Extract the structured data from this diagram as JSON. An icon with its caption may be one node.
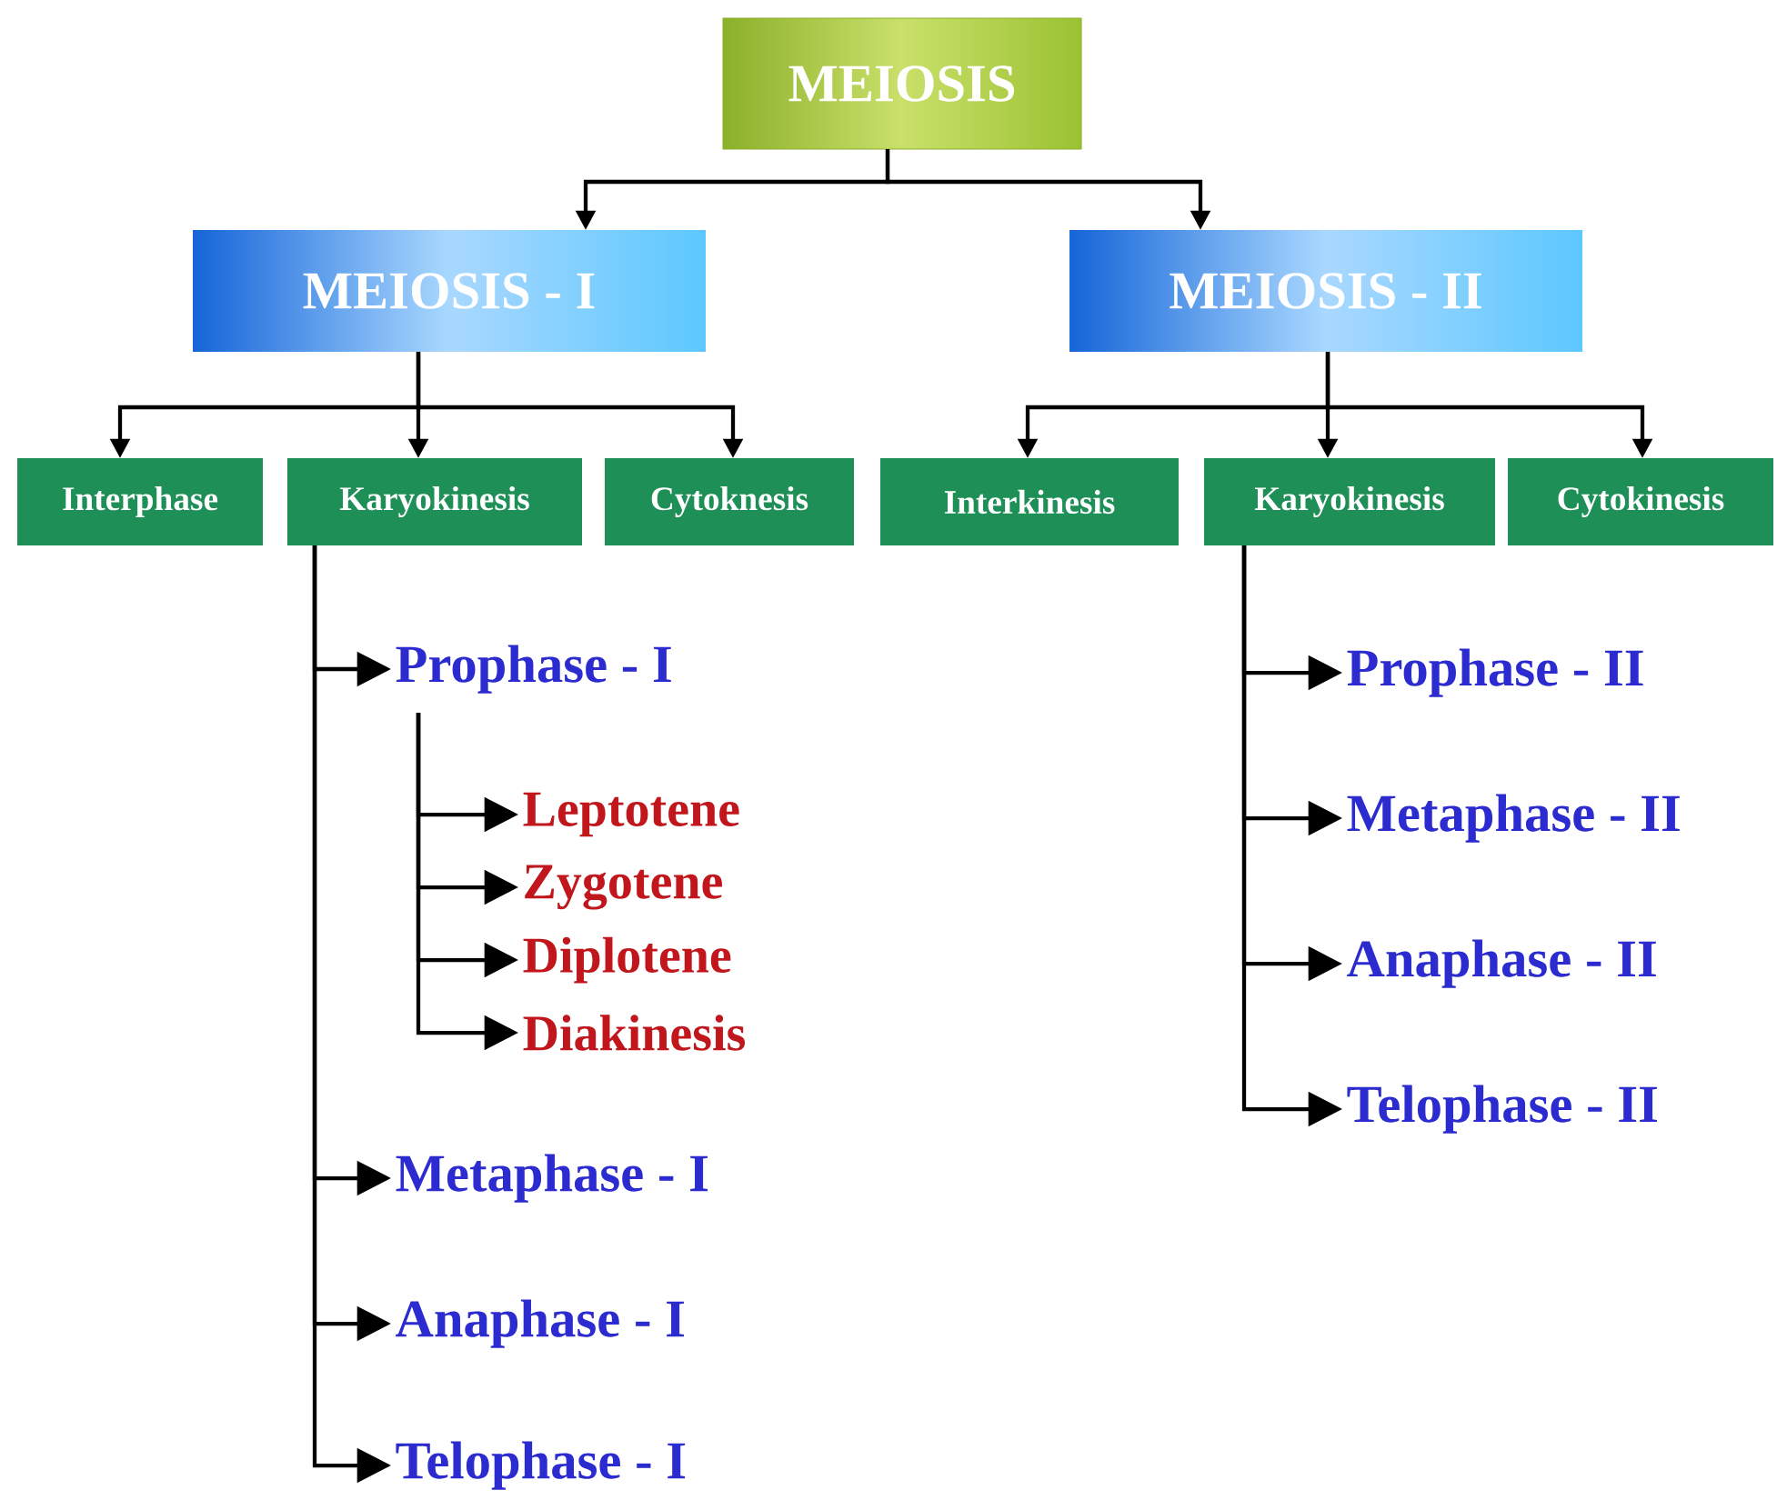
{
  "diagram": {
    "nodes": [
      {
        "text": [
          "MEIOSIS"
        ]
      },
      {
        "text": [
          "MEIOSIS - I"
        ]
      },
      {
        "text": [
          "MEIOSIS - II"
        ]
      },
      {
        "text": [
          "Interphase"
        ]
      },
      {
        "text": [
          "Karyokinesis"
        ]
      },
      {
        "text": [
          "Cytoknesis"
        ]
      },
      {
        "text": [
          "Interkinesis"
        ]
      },
      {
        "text": [
          "Karyokinesis"
        ]
      },
      {
        "text": [
          "Cytokinesis"
        ]
      },
      {
        "text": [
          "Prophase - I"
        ]
      },
      {
        "text": [
          "Leptotene"
        ]
      },
      {
        "text": [
          "Zygotene"
        ]
      },
      {
        "text": [
          "Diplotene"
        ]
      },
      {
        "text": [
          "Diakinesis"
        ]
      },
      {
        "text": [
          "Metaphase - I"
        ]
      },
      {
        "text": [
          "Anaphase - I"
        ]
      },
      {
        "text": [
          "Telophase - I"
        ]
      },
      {
        "text": [
          "Prophase - II"
        ]
      },
      {
        "text": [
          "Metaphase - II"
        ]
      },
      {
        "text": [
          "Anaphase - II"
        ]
      },
      {
        "text": [
          "Telophase - II"
        ]
      }
    ],
    "edges": [
      {
        "from": 0,
        "to": 1,
        "arrow": "to"
      },
      {
        "from": 0,
        "to": 2,
        "arrow": "to"
      },
      {
        "from": 1,
        "to": 3,
        "arrow": "to"
      },
      {
        "from": 1,
        "to": 4,
        "arrow": "to"
      },
      {
        "from": 1,
        "to": 5,
        "arrow": "to"
      },
      {
        "from": 2,
        "to": 6,
        "arrow": "to"
      },
      {
        "from": 2,
        "to": 7,
        "arrow": "to"
      },
      {
        "from": 2,
        "to": 8,
        "arrow": "to"
      },
      {
        "from": 4,
        "to": 9,
        "arrow": "to"
      },
      {
        "from": 9,
        "to": 10,
        "arrow": "to"
      },
      {
        "from": 9,
        "to": 11,
        "arrow": "to"
      },
      {
        "from": 9,
        "to": 12,
        "arrow": "to"
      },
      {
        "from": 9,
        "to": 13,
        "arrow": "to"
      },
      {
        "from": 4,
        "to": 14,
        "arrow": "to"
      },
      {
        "from": 4,
        "to": 15,
        "arrow": "to"
      },
      {
        "from": 4,
        "to": 16,
        "arrow": "to"
      },
      {
        "from": 7,
        "to": 17,
        "arrow": "to"
      },
      {
        "from": 7,
        "to": 18,
        "arrow": "to"
      },
      {
        "from": 7,
        "to": 19,
        "arrow": "to"
      },
      {
        "from": 7,
        "to": 20,
        "arrow": "to"
      }
    ]
  }
}
